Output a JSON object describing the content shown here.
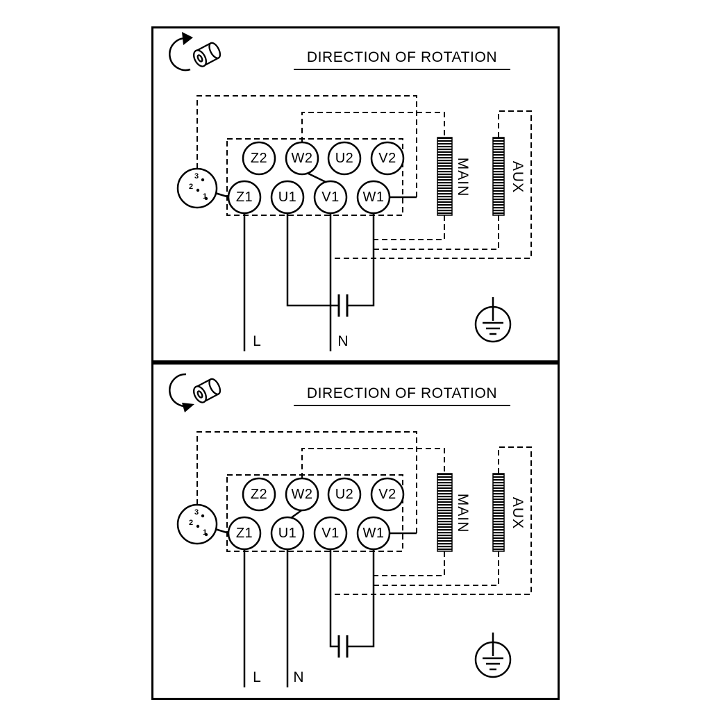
{
  "app": {
    "type": "motor-wiring-diagram",
    "background": "#ffffff",
    "line_color": "#000000"
  },
  "panels": [
    {
      "title": "DIRECTION OF ROTATION",
      "terminals_top": [
        "Z2",
        "W2",
        "U2",
        "V2"
      ],
      "terminals_bottom": [
        "Z1",
        "U1",
        "V1",
        "W1"
      ],
      "selector_positions": [
        "3",
        "2",
        "1"
      ],
      "main_winding_label": "MAIN",
      "aux_winding_label": "AUX",
      "line_label": "L",
      "neutral_label": "N"
    },
    {
      "title": "DIRECTION OF ROTATION",
      "terminals_top": [
        "Z2",
        "W2",
        "U2",
        "V2"
      ],
      "terminals_bottom": [
        "Z1",
        "U1",
        "V1",
        "W1"
      ],
      "selector_positions": [
        "3",
        "2",
        "1"
      ],
      "main_winding_label": "MAIN",
      "aux_winding_label": "AUX",
      "line_label": "L",
      "neutral_label": "N"
    }
  ]
}
